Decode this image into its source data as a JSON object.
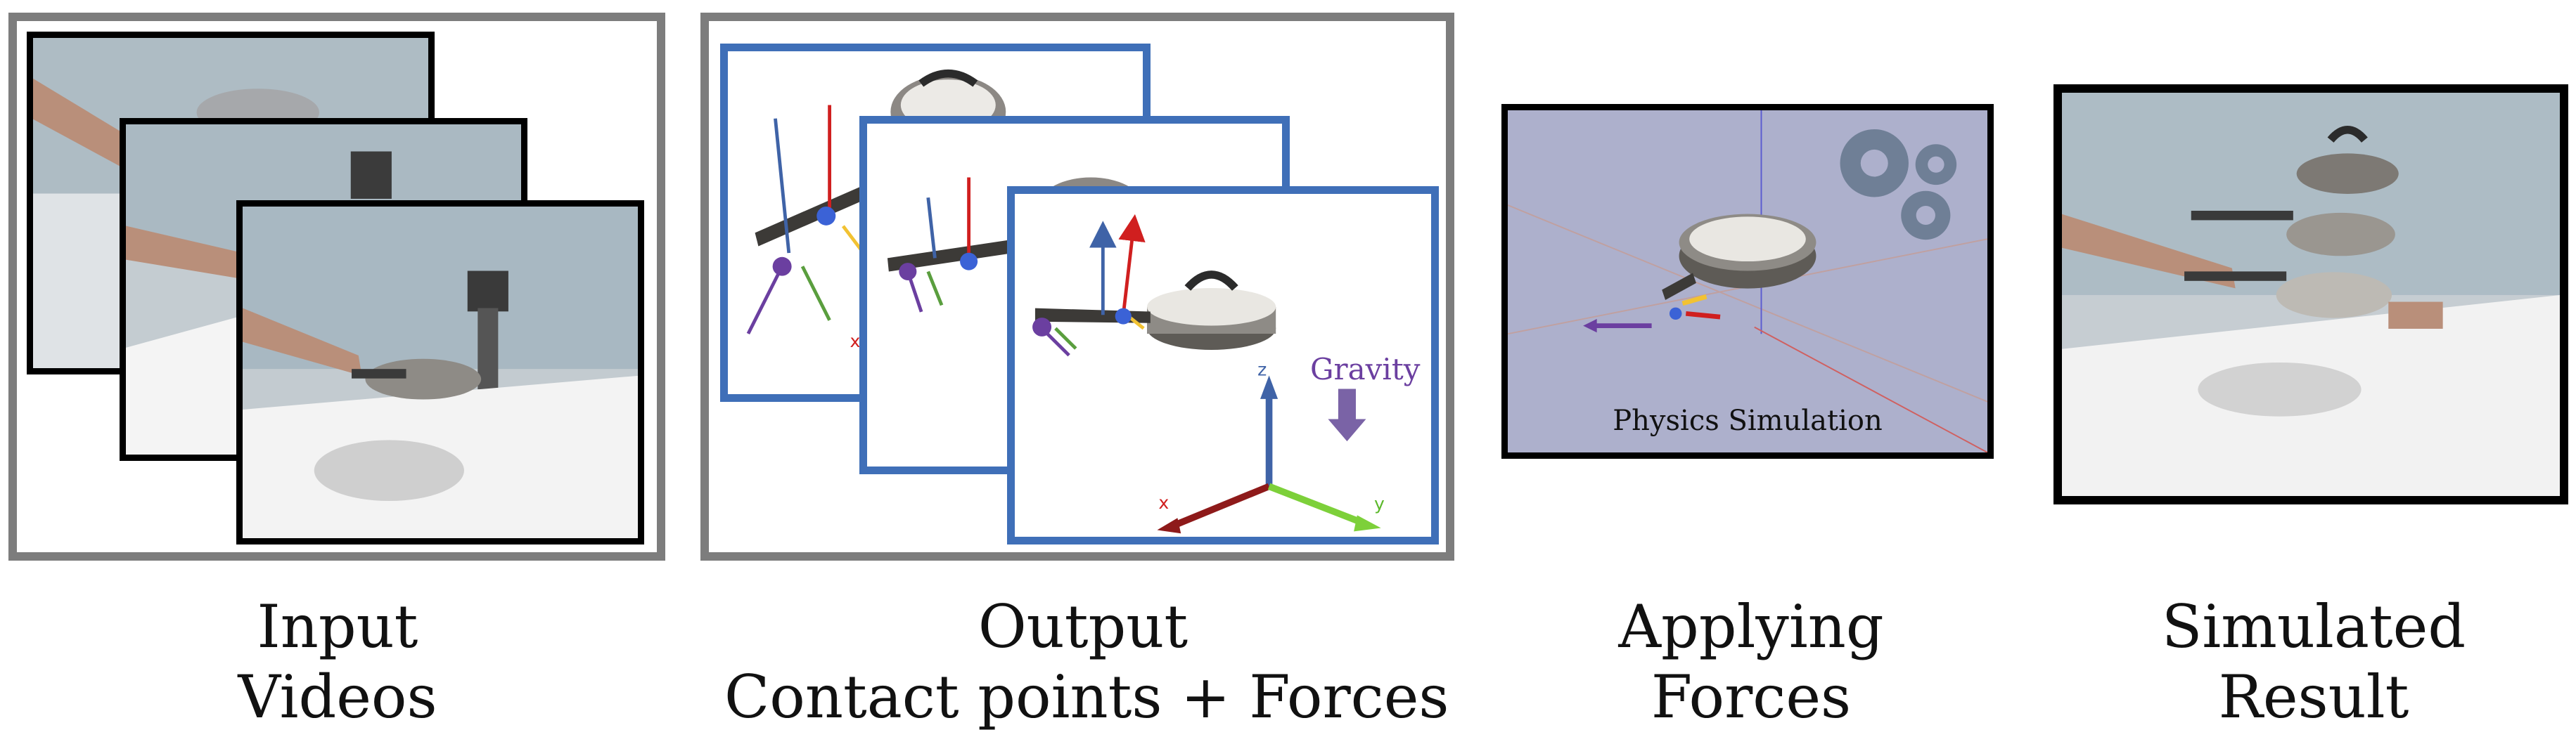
{
  "panels": {
    "input": {
      "caption_line1": "Input",
      "caption_line2": "Videos"
    },
    "output": {
      "caption_line1": "Output",
      "caption_line2": "Contact points + Forces",
      "gravity_label": "Gravity",
      "axis_x": "x",
      "axis_y": "y",
      "axis_z": "z",
      "axis_x_partial": "x"
    },
    "applying": {
      "caption_line1": "Applying",
      "caption_line2": "Forces",
      "sim_label": "Physics Simulation"
    },
    "result": {
      "caption_line1": "Simulated",
      "caption_line2": "Result"
    }
  },
  "colors": {
    "panel_border": "#7d7d7d",
    "blue_border": "#3f6fb8",
    "sim_background": "#adb0cc",
    "gear": "#6f7f96",
    "gravity": "#6b3fa0"
  }
}
